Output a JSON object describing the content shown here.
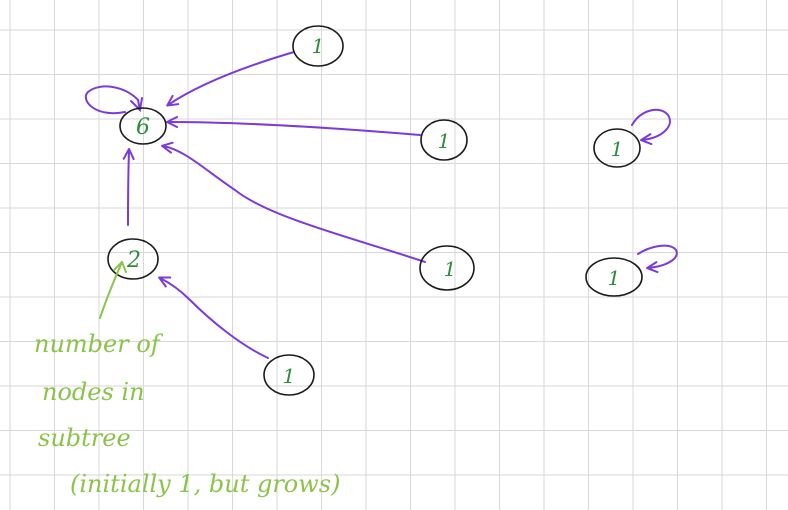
{
  "colors": {
    "grid": "#d7d7dc",
    "node_outline": "#1b1b1b",
    "node_label": "#2f8a3c",
    "edge": "#7c3ad6",
    "annotation": "#8bc34a"
  },
  "nodes": [
    {
      "id": "top",
      "label": "1"
    },
    {
      "id": "root",
      "label": "6"
    },
    {
      "id": "mid",
      "label": "1"
    },
    {
      "id": "lower",
      "label": "1"
    },
    {
      "id": "two",
      "label": "2"
    },
    {
      "id": "bottom",
      "label": "1"
    },
    {
      "id": "iso1",
      "label": "1"
    },
    {
      "id": "iso2",
      "label": "1"
    }
  ],
  "annotation": {
    "line1": "number of",
    "line2": "nodes in",
    "line3": "subtree",
    "line4": "(initially 1, but grows)"
  }
}
